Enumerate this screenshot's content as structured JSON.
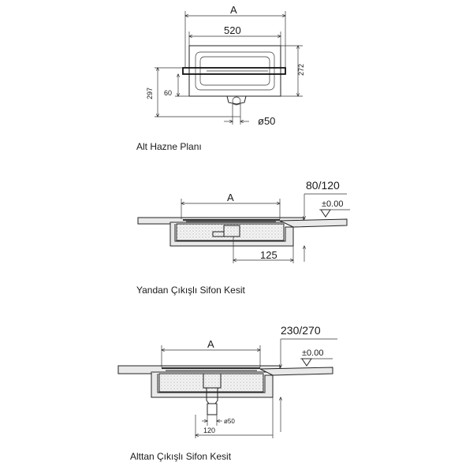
{
  "plan": {
    "dim_overall": "A",
    "dim_width": "520",
    "dim_depth_outer": "297",
    "dim_depth_inner": "272",
    "dim_offset": "60",
    "dim_pipe": "ø50",
    "caption": "Alt Hazne Planı"
  },
  "side_section": {
    "dim_overall": "A",
    "dim_height": "80/120",
    "dim_level": "±0.00",
    "dim_outlet": "125",
    "caption": "Yandan Çıkışlı Sifon Kesit"
  },
  "bottom_section": {
    "dim_overall": "A",
    "dim_height": "230/270",
    "dim_level": "±0.00",
    "dim_outlet": "120",
    "dim_pipe": "ø50",
    "caption": "Alttan Çıkışlı Sifon Kesit"
  }
}
